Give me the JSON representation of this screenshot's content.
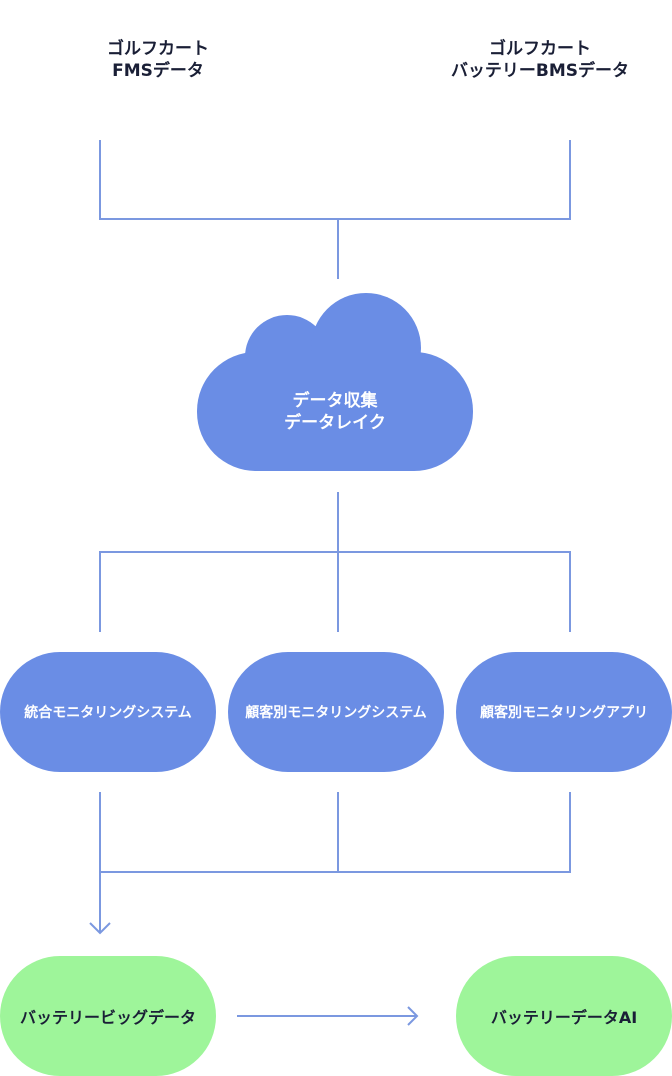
{
  "sources": [
    {
      "line1": "ゴルフカート",
      "line2": "FMSデータ"
    },
    {
      "line1": "ゴルフカート",
      "line2": "バッテリーBMSデータ"
    }
  ],
  "lake": {
    "line1": "データ収集",
    "line2": "データレイク"
  },
  "systems": [
    "統合モニタリングシステム",
    "顧客別モニタリングシステム",
    "顧客別モニタリングアプリ"
  ],
  "outputs": [
    "バッテリービッグデータ",
    "バッテリーデータAI"
  ],
  "colors": {
    "line": "#7b98e0",
    "blue": "#6a8de5",
    "green": "#9ef59a"
  }
}
